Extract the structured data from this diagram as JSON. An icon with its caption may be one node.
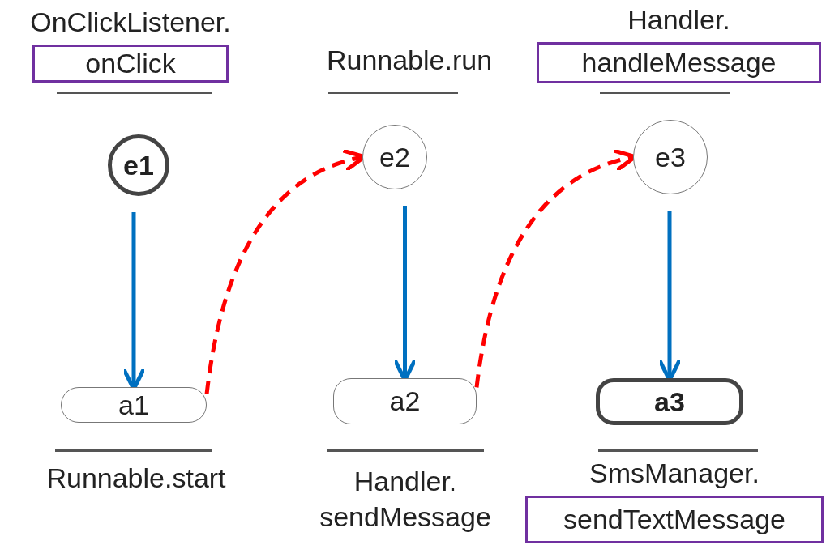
{
  "diagram": {
    "nodes": [
      {
        "text": [
          "OnClickListener.",
          "onClick"
        ]
      },
      {
        "text": [
          "Handler.",
          "handleMessage"
        ]
      },
      {
        "text": [
          "e1"
        ]
      },
      {
        "text": [
          "e2"
        ],
        "beside": [
          "Runnable.run"
        ]
      },
      {
        "text": [
          "e3"
        ]
      },
      {
        "text": [
          "a1"
        ],
        "beside": [
          "Runnable.start"
        ]
      },
      {
        "text": [
          "a2"
        ],
        "beside": [
          "Handler. sendMessage"
        ]
      },
      {
        "text": [
          "a3"
        ]
      },
      {
        "text": [
          "SmsManager.",
          "sendTextMessage"
        ]
      }
    ],
    "edges": [
      {
        "from": 2,
        "to": 5,
        "arrow": "to"
      },
      {
        "from": 5,
        "to": 3,
        "arrow": "to",
        "style": "dashed",
        "color": "#ff0000"
      },
      {
        "from": 3,
        "to": 6,
        "arrow": "to"
      },
      {
        "from": 6,
        "to": 4,
        "arrow": "to",
        "style": "dashed",
        "color": "#ff0000"
      },
      {
        "from": 4,
        "to": 7,
        "arrow": "to"
      }
    ]
  }
}
